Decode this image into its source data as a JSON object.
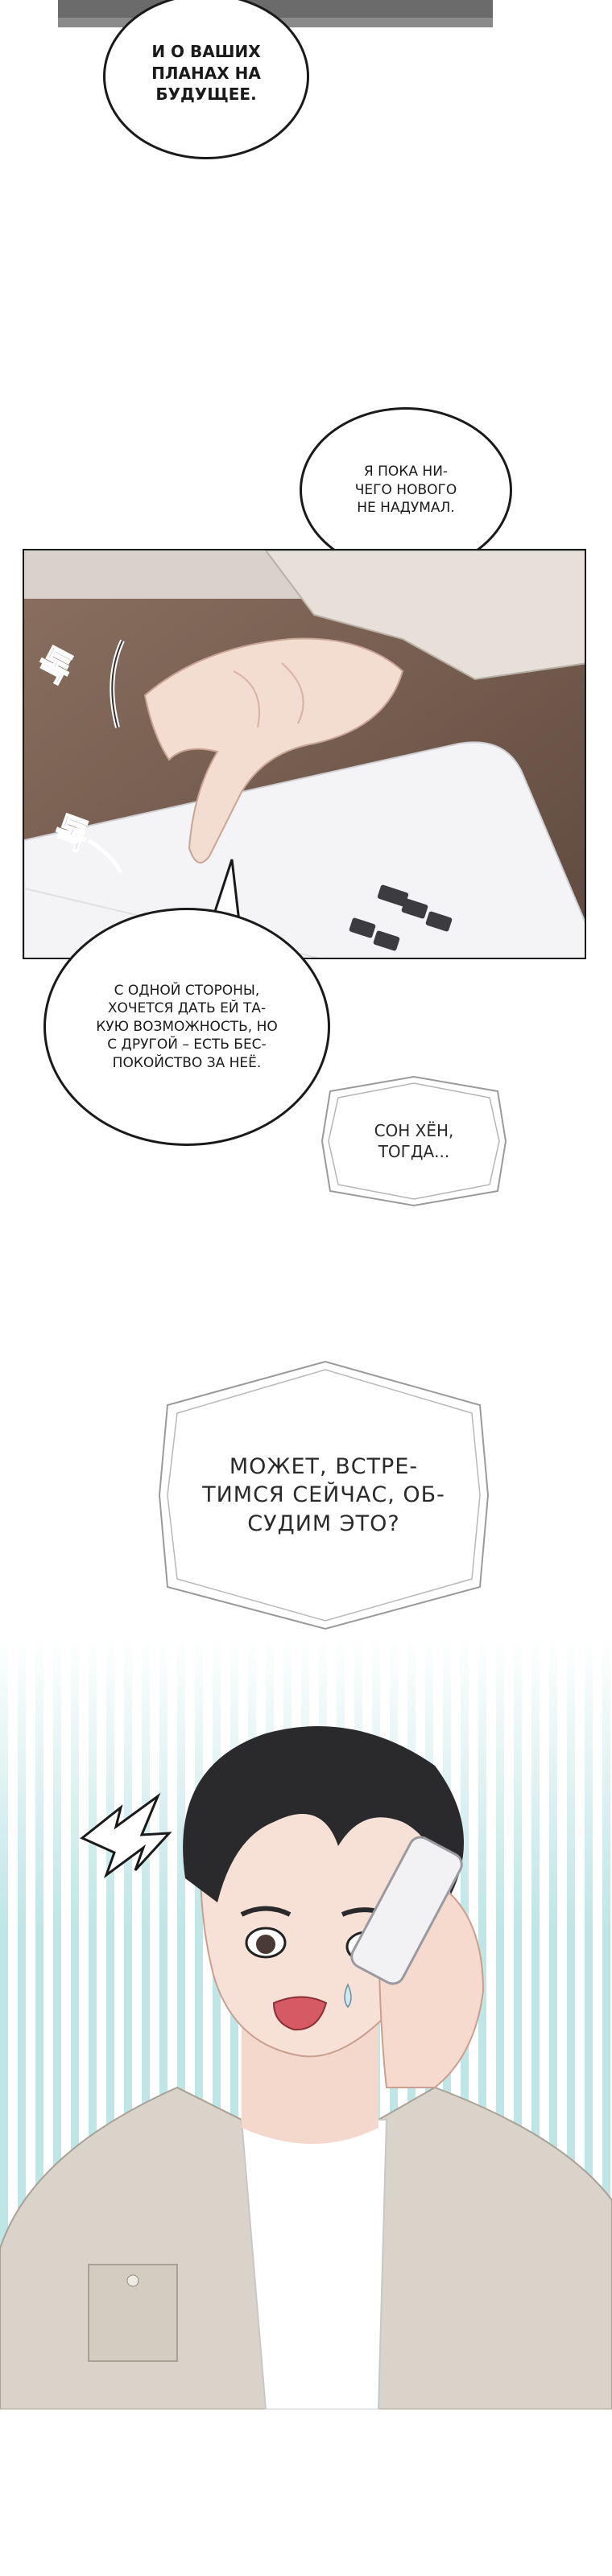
{
  "bubbles": {
    "top": "И О ВАШИХ\nПЛАНАХ НА\nБУДУЩЕЕ.",
    "nothing_new": "Я ПОКА НИ-\nЧЕГО НОВОГО\nНЕ НАДУМАЛ.",
    "on_one_hand": "С ОДНОЙ СТОРОНЫ,\nХОЧЕТСЯ ДАТЬ ЕЙ ТА-\nКУЮ ВОЗМОЖНОСТЬ, НО\nС ДРУГОЙ – ЕСТЬ БЕС-\nПОКОЙСТВО ЗА НЕЁ."
  },
  "phone_boxes": {
    "son_hyun": "СОН ХЁН,\nТОГДА...",
    "meet_now": "МОЖЕТ, ВСТРЕ-\nТИМСЯ СЕЙЧАС, ОБ-\nСУДИМ ЭТО?"
  },
  "sfx": {
    "tap1": "톡",
    "tap2": "톡"
  },
  "colors": {
    "ink": "#1a1a1a",
    "desk": "#7a6150",
    "sfx_purple": "#6a62b8",
    "stripe_teal": "#a9dfe0",
    "jacket": "#d9d3c9",
    "hair": "#2a2a2c"
  }
}
